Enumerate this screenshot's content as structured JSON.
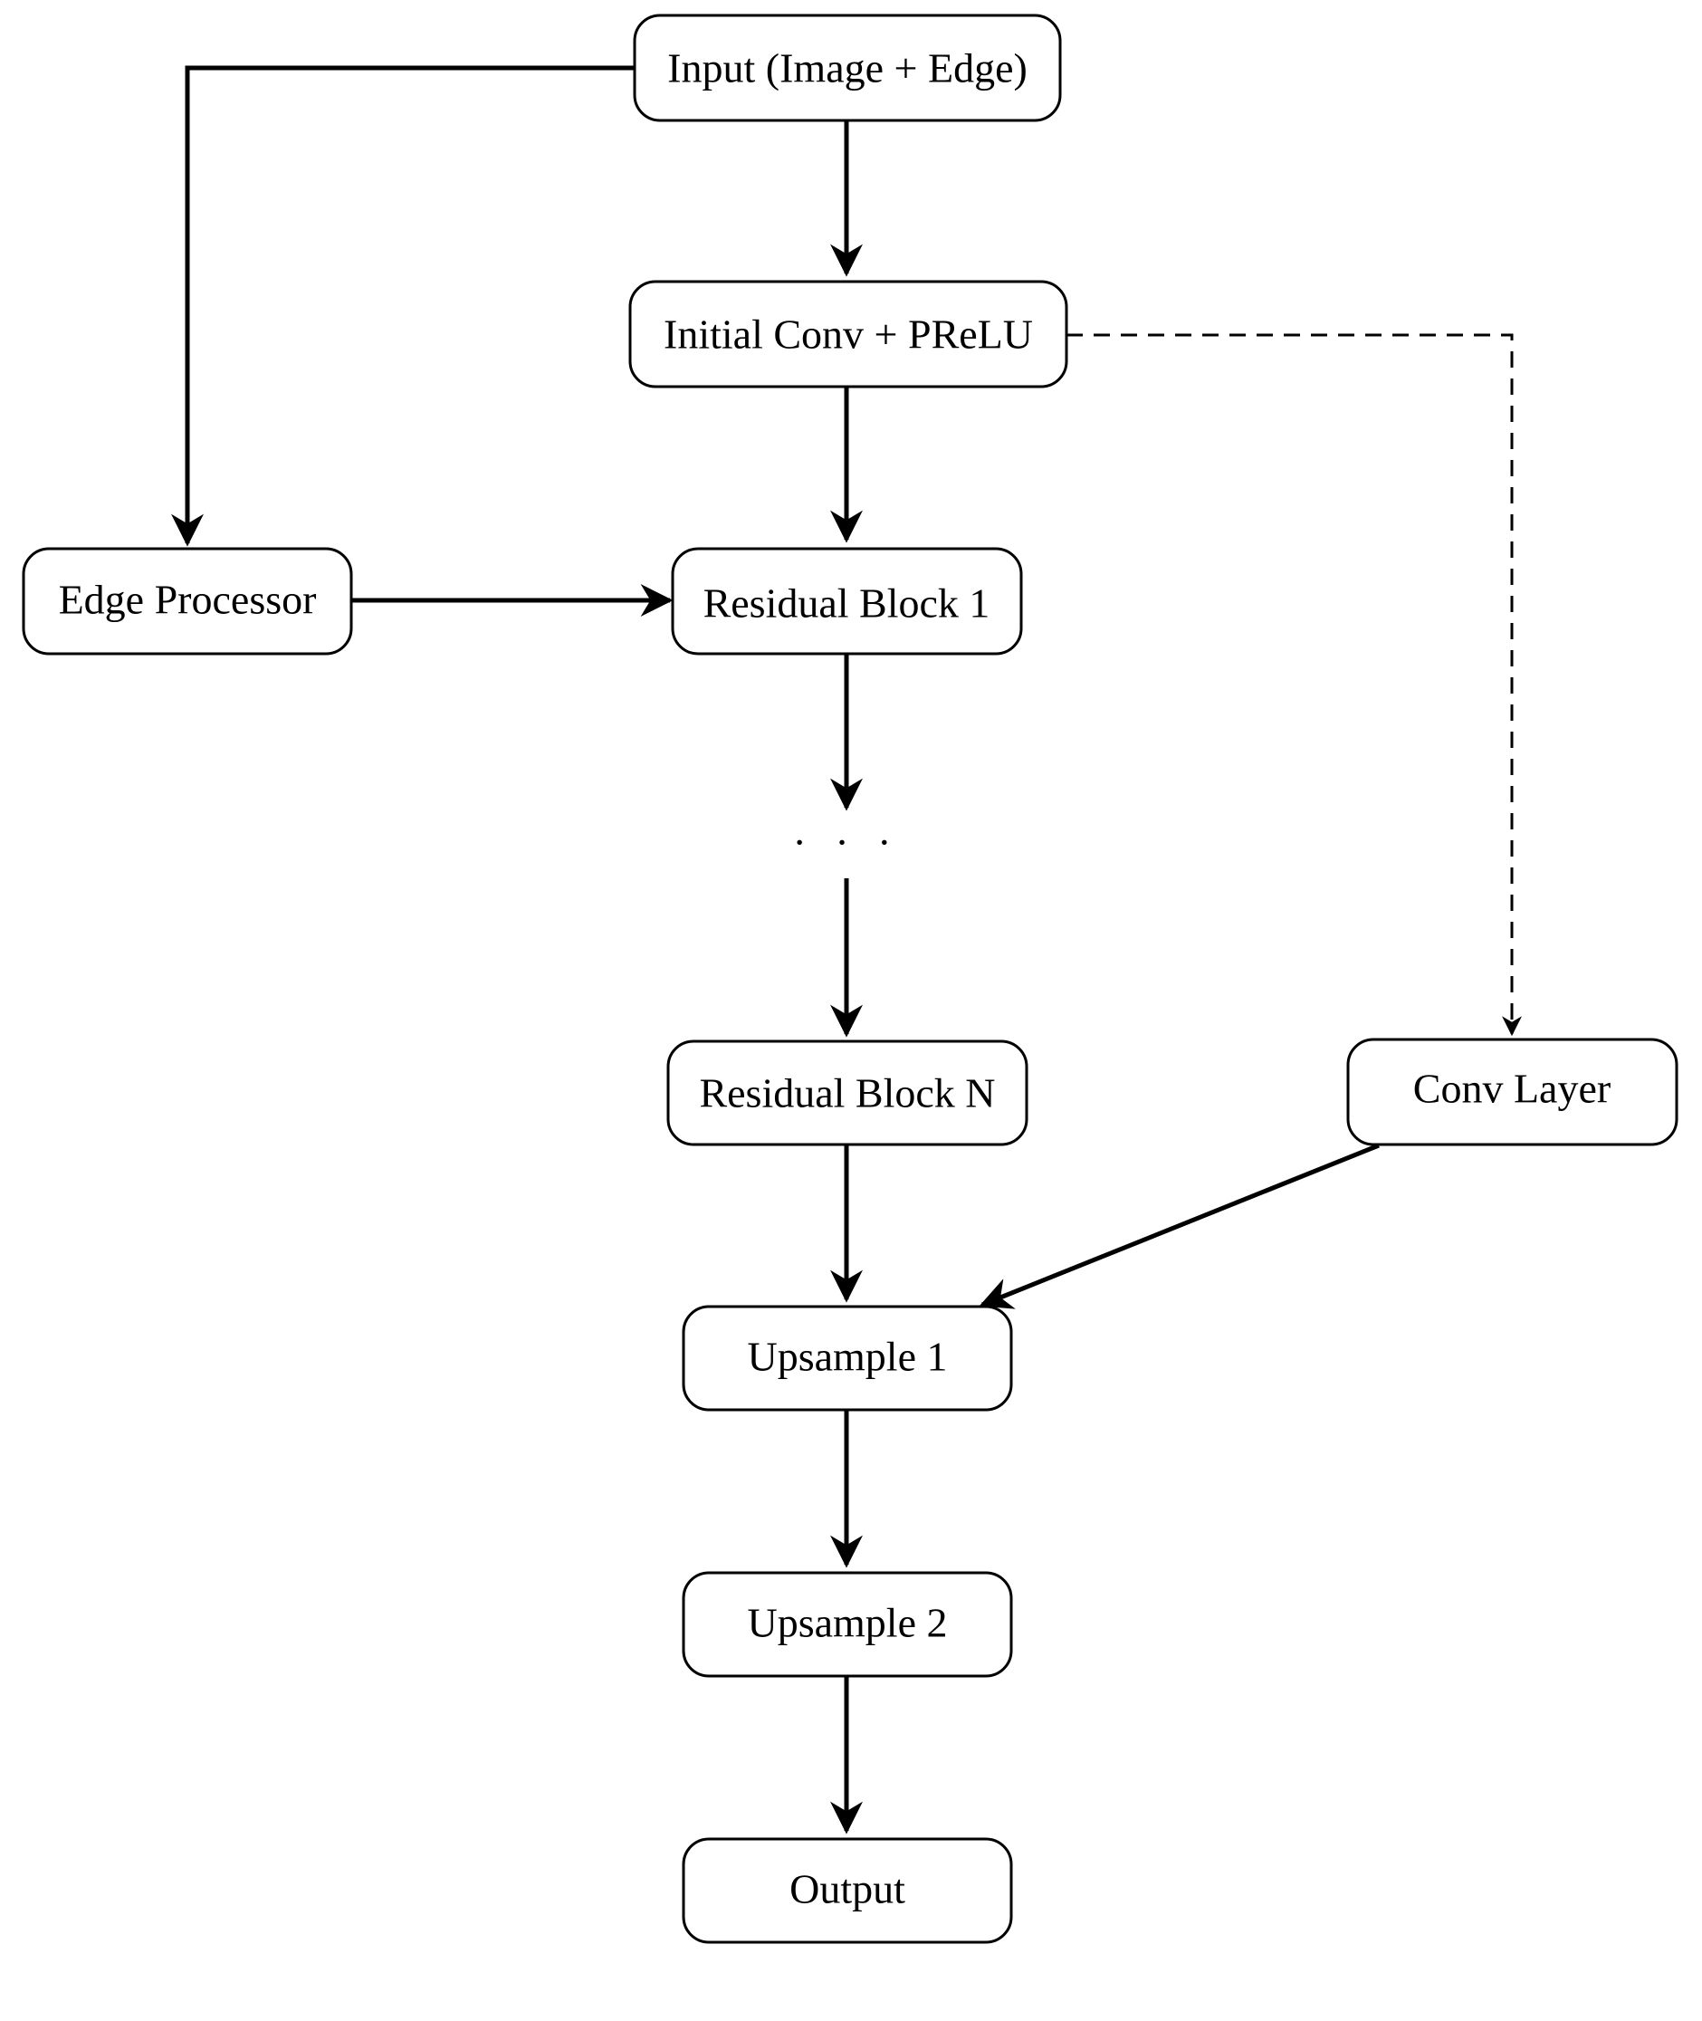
{
  "diagram": {
    "nodes": {
      "input": "Input (Image + Edge)",
      "initial_conv": "Initial Conv + PReLU",
      "edge_processor": "Edge Processor",
      "residual_block_1": "Residual Block 1",
      "ellipsis": "· · ·",
      "residual_block_n": "Residual Block N",
      "conv_layer": "Conv Layer",
      "upsample_1": "Upsample 1",
      "upsample_2": "Upsample 2",
      "output": "Output"
    },
    "edges": [
      {
        "from": "input",
        "to": "initial_conv",
        "style": "solid"
      },
      {
        "from": "input",
        "to": "edge_processor",
        "style": "solid"
      },
      {
        "from": "initial_conv",
        "to": "residual_block_1",
        "style": "solid"
      },
      {
        "from": "initial_conv",
        "to": "conv_layer",
        "style": "dashed"
      },
      {
        "from": "edge_processor",
        "to": "residual_block_1",
        "style": "solid"
      },
      {
        "from": "residual_block_1",
        "to": "ellipsis",
        "style": "solid"
      },
      {
        "from": "ellipsis",
        "to": "residual_block_n",
        "style": "solid"
      },
      {
        "from": "residual_block_n",
        "to": "upsample_1",
        "style": "solid"
      },
      {
        "from": "conv_layer",
        "to": "upsample_1",
        "style": "solid"
      },
      {
        "from": "upsample_1",
        "to": "upsample_2",
        "style": "solid"
      },
      {
        "from": "upsample_2",
        "to": "output",
        "style": "solid"
      }
    ]
  }
}
